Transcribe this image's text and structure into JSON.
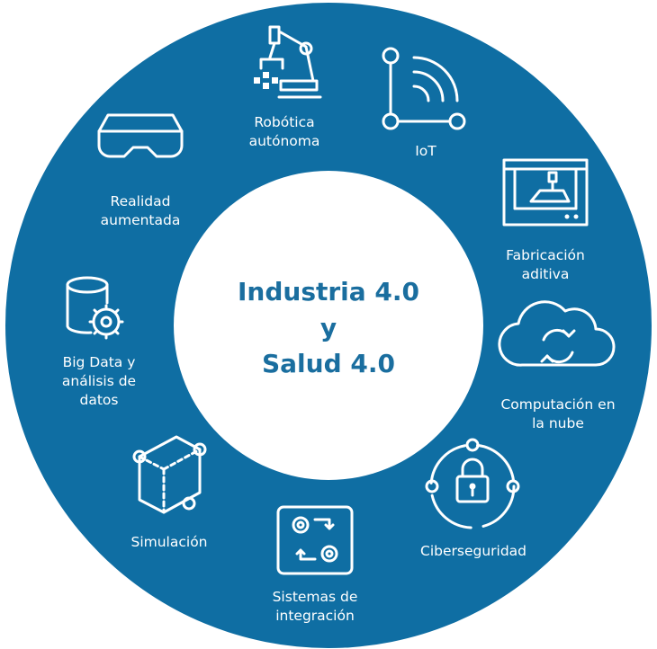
{
  "center": {
    "line1": "Industria 4.0",
    "line2": "y",
    "line3": "Salud 4.0"
  },
  "items": [
    {
      "id": "robotica",
      "line1": "Robótica",
      "line2": "autónoma",
      "icon": "robot-arm-icon"
    },
    {
      "id": "iot",
      "line1": "IoT",
      "line2": "",
      "icon": "iot-network-icon"
    },
    {
      "id": "fabricacion",
      "line1": "Fabricación",
      "line2": "aditiva",
      "icon": "3d-printer-icon"
    },
    {
      "id": "nube",
      "line1": "Computación en",
      "line2": "la nube",
      "icon": "cloud-sync-icon"
    },
    {
      "id": "ciber",
      "line1": "Ciberseguridad",
      "line2": "",
      "icon": "padlock-cycle-icon"
    },
    {
      "id": "sistemas",
      "line1": "Sistemas de",
      "line2": "integración",
      "icon": "gears-exchange-icon"
    },
    {
      "id": "simulacion",
      "line1": "Simulación",
      "line2": "",
      "icon": "3d-cube-icon"
    },
    {
      "id": "bigdata",
      "line1": "Big Data y",
      "line2": "análisis de",
      "line3": "datos",
      "icon": "database-gear-icon"
    },
    {
      "id": "realidad",
      "line1": "Realidad",
      "line2": "aumentada",
      "icon": "ar-goggles-icon"
    }
  ],
  "colors": {
    "ring": "#0f6ea3",
    "center_text": "#1a6e9f",
    "background": "#ffffff",
    "icon": "#ffffff"
  }
}
